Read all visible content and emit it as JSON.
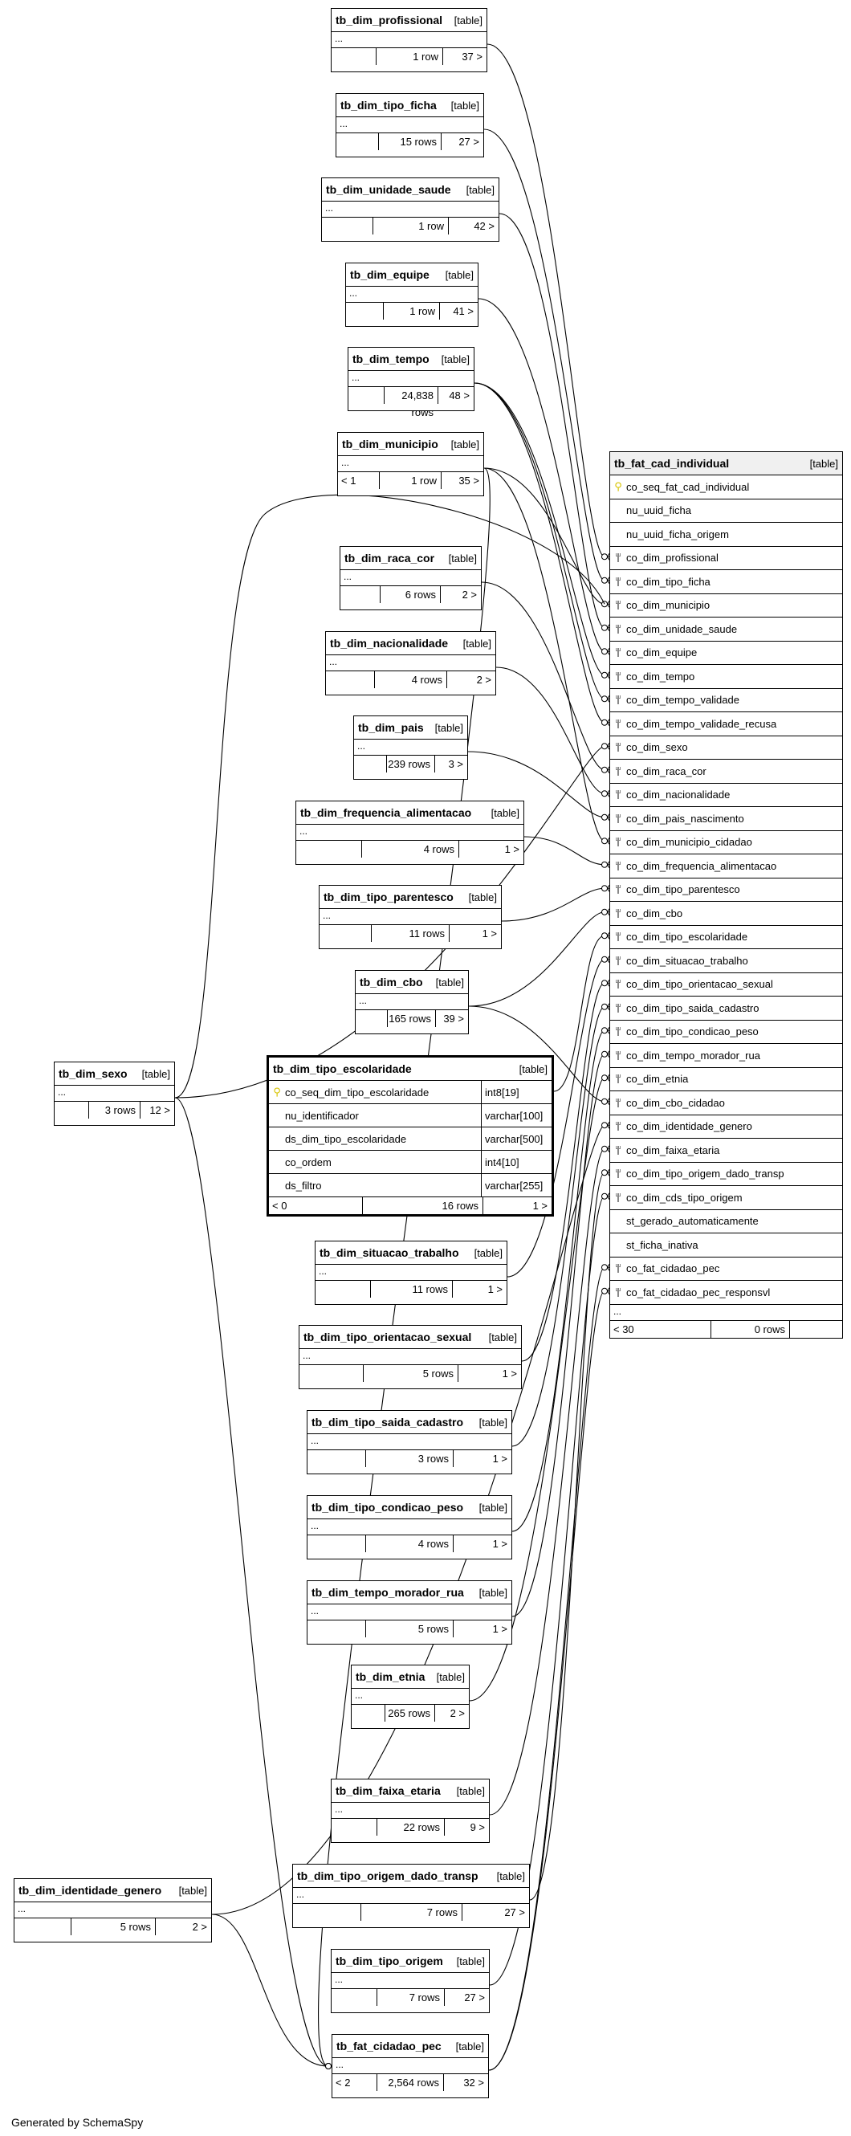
{
  "generated_by": "Generated by SchemaSpy",
  "table_type": "[table]",
  "dim_tables": [
    {
      "name": "tb_dim_profissional",
      "dots": "...",
      "parents": "",
      "rows": "1 row",
      "children": "37 >"
    },
    {
      "name": "tb_dim_tipo_ficha",
      "dots": "...",
      "parents": "",
      "rows": "15 rows",
      "children": "27 >"
    },
    {
      "name": "tb_dim_unidade_saude",
      "dots": "...",
      "parents": "",
      "rows": "1 row",
      "children": "42 >"
    },
    {
      "name": "tb_dim_equipe",
      "dots": "...",
      "parents": "",
      "rows": "1 row",
      "children": "41 >"
    },
    {
      "name": "tb_dim_tempo",
      "dots": "...",
      "parents": "",
      "rows": "24,838 rows",
      "children": "48 >"
    },
    {
      "name": "tb_dim_municipio",
      "dots": "...",
      "parents": "< 1",
      "rows": "1 row",
      "children": "35 >"
    },
    {
      "name": "tb_dim_raca_cor",
      "dots": "...",
      "parents": "",
      "rows": "6 rows",
      "children": "2 >"
    },
    {
      "name": "tb_dim_nacionalidade",
      "dots": "...",
      "parents": "",
      "rows": "4 rows",
      "children": "2 >"
    },
    {
      "name": "tb_dim_pais",
      "dots": "...",
      "parents": "",
      "rows": "239 rows",
      "children": "3 >"
    },
    {
      "name": "tb_dim_frequencia_alimentacao",
      "dots": "...",
      "parents": "",
      "rows": "4 rows",
      "children": "1 >"
    },
    {
      "name": "tb_dim_tipo_parentesco",
      "dots": "...",
      "parents": "",
      "rows": "11 rows",
      "children": "1 >"
    },
    {
      "name": "tb_dim_cbo",
      "dots": "...",
      "parents": "",
      "rows": "165 rows",
      "children": "39 >"
    },
    {
      "name": "tb_dim_sexo",
      "dots": "...",
      "parents": "",
      "rows": "3 rows",
      "children": "12 >"
    },
    {
      "name": "tb_dim_situacao_trabalho",
      "dots": "...",
      "parents": "",
      "rows": "11 rows",
      "children": "1 >"
    },
    {
      "name": "tb_dim_tipo_orientacao_sexual",
      "dots": "...",
      "parents": "",
      "rows": "5 rows",
      "children": "1 >"
    },
    {
      "name": "tb_dim_tipo_saida_cadastro",
      "dots": "...",
      "parents": "",
      "rows": "3 rows",
      "children": "1 >"
    },
    {
      "name": "tb_dim_tipo_condicao_peso",
      "dots": "...",
      "parents": "",
      "rows": "4 rows",
      "children": "1 >"
    },
    {
      "name": "tb_dim_tempo_morador_rua",
      "dots": "...",
      "parents": "",
      "rows": "5 rows",
      "children": "1 >"
    },
    {
      "name": "tb_dim_etnia",
      "dots": "...",
      "parents": "",
      "rows": "265 rows",
      "children": "2 >"
    },
    {
      "name": "tb_dim_faixa_etaria",
      "dots": "...",
      "parents": "",
      "rows": "22 rows",
      "children": "9 >"
    },
    {
      "name": "tb_dim_tipo_origem_dado_transp",
      "dots": "...",
      "parents": "",
      "rows": "7 rows",
      "children": "27 >"
    },
    {
      "name": "tb_dim_tipo_origem",
      "dots": "...",
      "parents": "",
      "rows": "7 rows",
      "children": "27 >"
    },
    {
      "name": "tb_dim_identidade_genero",
      "dots": "...",
      "parents": "",
      "rows": "5 rows",
      "children": "2 >"
    },
    {
      "name": "tb_fat_cidadao_pec",
      "dots": "...",
      "parents": "< 2",
      "rows": "2,564 rows",
      "children": "32 >"
    }
  ],
  "tipo_escolaridade": {
    "name": "tb_dim_tipo_escolaridade",
    "columns": [
      {
        "name": "co_seq_dim_tipo_escolaridade",
        "type": "int8[19]",
        "key": "pk"
      },
      {
        "name": "nu_identificador",
        "type": "varchar[100]",
        "key": ""
      },
      {
        "name": "ds_dim_tipo_escolaridade",
        "type": "varchar[500]",
        "key": ""
      },
      {
        "name": "co_ordem",
        "type": "int4[10]",
        "key": ""
      },
      {
        "name": "ds_filtro",
        "type": "varchar[255]",
        "key": ""
      }
    ],
    "parents": "< 0",
    "rows": "16 rows",
    "children": "1 >"
  },
  "fat_cad_individual": {
    "name": "tb_fat_cad_individual",
    "columns": [
      {
        "name": "co_seq_fat_cad_individual",
        "key": "pk"
      },
      {
        "name": "nu_uuid_ficha",
        "key": ""
      },
      {
        "name": "nu_uuid_ficha_origem",
        "key": ""
      },
      {
        "name": "co_dim_profissional",
        "key": "fk"
      },
      {
        "name": "co_dim_tipo_ficha",
        "key": "fk"
      },
      {
        "name": "co_dim_municipio",
        "key": "fk"
      },
      {
        "name": "co_dim_unidade_saude",
        "key": "fk"
      },
      {
        "name": "co_dim_equipe",
        "key": "fk"
      },
      {
        "name": "co_dim_tempo",
        "key": "fk"
      },
      {
        "name": "co_dim_tempo_validade",
        "key": "fk"
      },
      {
        "name": "co_dim_tempo_validade_recusa",
        "key": "fk"
      },
      {
        "name": "co_dim_sexo",
        "key": "fk"
      },
      {
        "name": "co_dim_raca_cor",
        "key": "fk"
      },
      {
        "name": "co_dim_nacionalidade",
        "key": "fk"
      },
      {
        "name": "co_dim_pais_nascimento",
        "key": "fk"
      },
      {
        "name": "co_dim_municipio_cidadao",
        "key": "fk"
      },
      {
        "name": "co_dim_frequencia_alimentacao",
        "key": "fk"
      },
      {
        "name": "co_dim_tipo_parentesco",
        "key": "fk"
      },
      {
        "name": "co_dim_cbo",
        "key": "fk"
      },
      {
        "name": "co_dim_tipo_escolaridade",
        "key": "fk"
      },
      {
        "name": "co_dim_situacao_trabalho",
        "key": "fk"
      },
      {
        "name": "co_dim_tipo_orientacao_sexual",
        "key": "fk"
      },
      {
        "name": "co_dim_tipo_saida_cadastro",
        "key": "fk"
      },
      {
        "name": "co_dim_tipo_condicao_peso",
        "key": "fk"
      },
      {
        "name": "co_dim_tempo_morador_rua",
        "key": "fk"
      },
      {
        "name": "co_dim_etnia",
        "key": "fk"
      },
      {
        "name": "co_dim_cbo_cidadao",
        "key": "fk"
      },
      {
        "name": "co_dim_identidade_genero",
        "key": "fk"
      },
      {
        "name": "co_dim_faixa_etaria",
        "key": "fk"
      },
      {
        "name": "co_dim_tipo_origem_dado_transp",
        "key": "fk"
      },
      {
        "name": "co_dim_cds_tipo_origem",
        "key": "fk"
      },
      {
        "name": "st_gerado_automaticamente",
        "key": ""
      },
      {
        "name": "st_ficha_inativa",
        "key": ""
      },
      {
        "name": "co_fat_cidadao_pec",
        "key": "fk"
      },
      {
        "name": "co_fat_cidadao_pec_responsvl",
        "key": "fk"
      }
    ],
    "dots": "...",
    "parents": "< 30",
    "rows": "0 rows",
    "children": ""
  }
}
